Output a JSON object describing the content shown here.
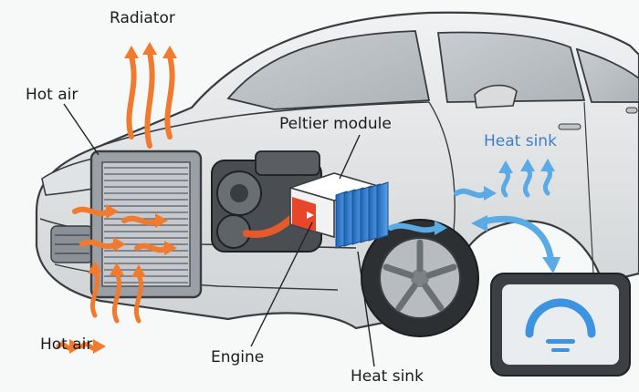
{
  "labels": {
    "radiator": "Radiator",
    "hot_air_top": "Hot air",
    "peltier_module": "Peltier module",
    "heat_sink_right": "Heat sink",
    "engine": "Engine",
    "hot_air_bottom": "Hot air",
    "heat_sink_bottom": "Heat sink"
  },
  "colors": {
    "hot_flow": "#f07a2e",
    "cold_flow": "#5aaae6",
    "car_body": "#e6e7e8",
    "heat_sink_fins": "#2f7fd0",
    "peltier_hot_face": "#e8452a",
    "gauge_arc": "#3d93e0"
  },
  "icons": {
    "dashboard_display": "gauge-tablet-icon",
    "hot_air_arrows": "wavy-arrow-icon",
    "cold_air_arrows": "wavy-arrow-icon"
  }
}
